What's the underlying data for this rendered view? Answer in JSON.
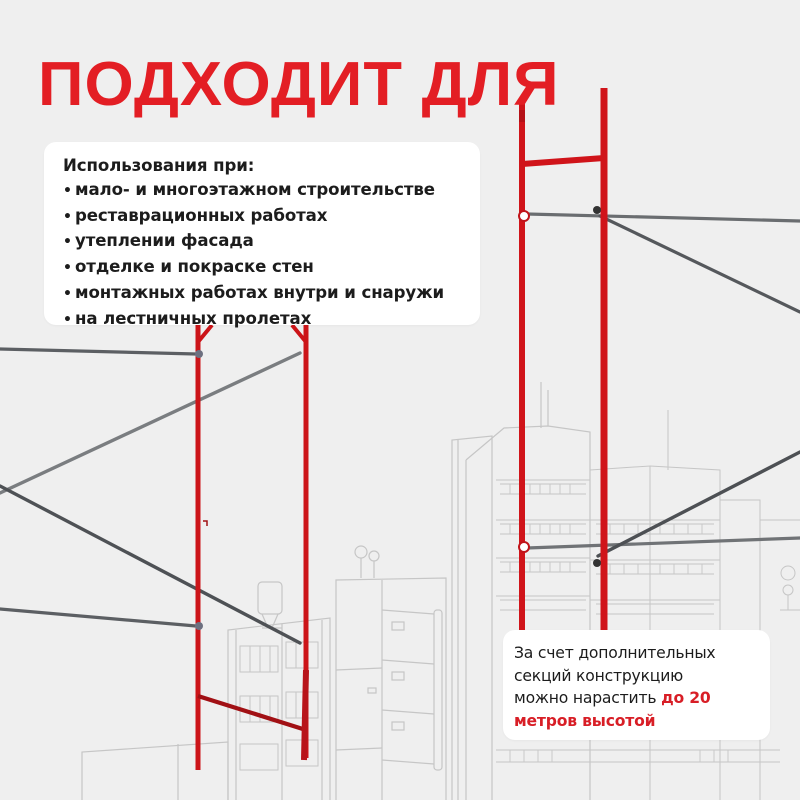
{
  "title": "ПОДХОДИТ ДЛЯ",
  "colors": {
    "accent": "#e31e24",
    "scaffold_red": "#d0141a",
    "pipe_gray": "#6b6e72",
    "background": "#efefef",
    "card": "#ffffff",
    "text": "#1c1c1c",
    "building_line": "#c4c4c4"
  },
  "uses_card": {
    "heading": "Использования при:",
    "bullet": "•",
    "items": [
      "мало- и многоэтажном строительстве",
      "реставрационных работах",
      "утеплении фасада",
      "отделке и покраске стен",
      "монтажных работах внутри и снаружи",
      "на лестничных пролетах"
    ]
  },
  "note_card": {
    "line1": "За счет дополнительных",
    "line2": "секций конструкцию",
    "line3_prefix": "можно нарастить ",
    "line3_accent": "до 20",
    "line4_accent": "метров высотой"
  },
  "illustration": {
    "subject": "scaffolding-frames",
    "background": "city-buildings-line-art"
  }
}
